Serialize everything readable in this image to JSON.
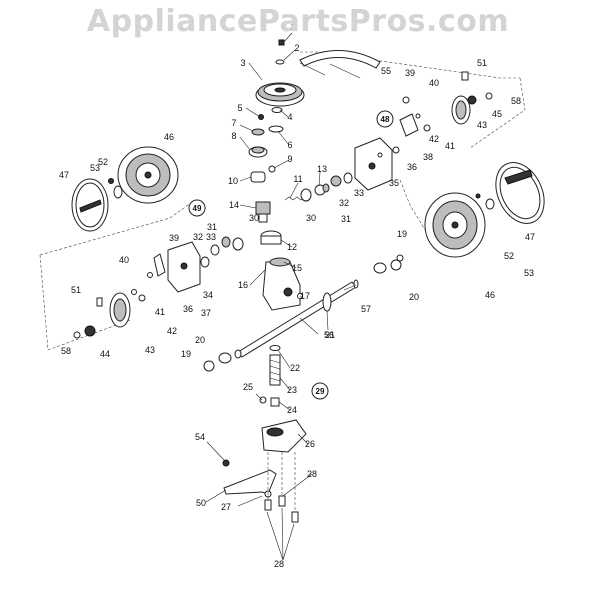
{
  "watermark": "AppliancePartsPros.com",
  "callouts": [
    {
      "n": "1"
    },
    {
      "n": "2"
    },
    {
      "n": "3"
    },
    {
      "n": "4"
    },
    {
      "n": "5"
    },
    {
      "n": "6"
    },
    {
      "n": "7"
    },
    {
      "n": "8"
    },
    {
      "n": "9"
    },
    {
      "n": "10"
    },
    {
      "n": "11"
    },
    {
      "n": "12"
    },
    {
      "n": "13"
    },
    {
      "n": "14"
    },
    {
      "n": "15"
    },
    {
      "n": "16"
    },
    {
      "n": "17"
    },
    {
      "n": "19"
    },
    {
      "n": "19"
    },
    {
      "n": "20"
    },
    {
      "n": "20"
    },
    {
      "n": "21"
    },
    {
      "n": "22"
    },
    {
      "n": "23"
    },
    {
      "n": "24"
    },
    {
      "n": "25"
    },
    {
      "n": "26"
    },
    {
      "n": "27"
    },
    {
      "n": "28"
    },
    {
      "n": "28"
    },
    {
      "n": "30"
    },
    {
      "n": "30"
    },
    {
      "n": "31"
    },
    {
      "n": "31"
    },
    {
      "n": "32"
    },
    {
      "n": "32"
    },
    {
      "n": "33"
    },
    {
      "n": "33"
    },
    {
      "n": "34"
    },
    {
      "n": "35"
    },
    {
      "n": "36"
    },
    {
      "n": "36"
    },
    {
      "n": "37"
    },
    {
      "n": "38"
    },
    {
      "n": "39"
    },
    {
      "n": "39"
    },
    {
      "n": "40"
    },
    {
      "n": "40"
    },
    {
      "n": "41"
    },
    {
      "n": "41"
    },
    {
      "n": "42"
    },
    {
      "n": "42"
    },
    {
      "n": "43"
    },
    {
      "n": "43"
    },
    {
      "n": "44"
    },
    {
      "n": "45"
    },
    {
      "n": "46"
    },
    {
      "n": "46"
    },
    {
      "n": "47"
    },
    {
      "n": "47"
    },
    {
      "n": "50"
    },
    {
      "n": "51"
    },
    {
      "n": "51"
    },
    {
      "n": "52"
    },
    {
      "n": "52"
    },
    {
      "n": "53"
    },
    {
      "n": "53"
    },
    {
      "n": "54"
    },
    {
      "n": "55"
    },
    {
      "n": "56"
    },
    {
      "n": "57"
    },
    {
      "n": "58"
    },
    {
      "n": "58"
    }
  ],
  "ref_circles": [
    {
      "n": "48"
    },
    {
      "n": "49"
    },
    {
      "n": "29"
    }
  ]
}
